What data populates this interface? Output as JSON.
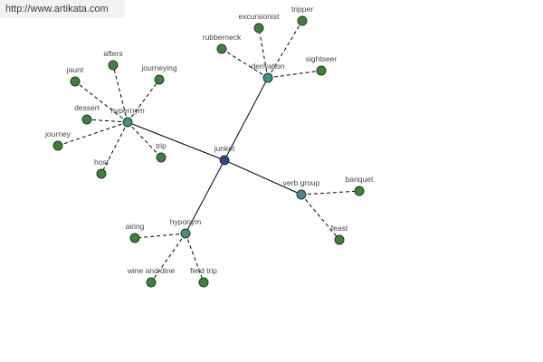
{
  "source_url": "http://www.artikata.com",
  "colors": {
    "center": "#334488",
    "relation": "#4a8a8a",
    "leaf": "#3f7f3f",
    "edge": "#000000",
    "label": "#444444"
  },
  "center": {
    "id": "junket",
    "label": "junket"
  },
  "relations": [
    {
      "id": "derivation",
      "label": "derivation",
      "leaves": [
        "excursionist",
        "tripper",
        "rubberneck",
        "sightseer"
      ]
    },
    {
      "id": "hypernym",
      "label": "hypernym",
      "leaves": [
        "afters",
        "jaunt",
        "journeying",
        "dessert",
        "journey",
        "host",
        "trip"
      ]
    },
    {
      "id": "verb-group",
      "label": "verb group",
      "leaves": [
        "banquet",
        "feast"
      ]
    },
    {
      "id": "hyponym",
      "label": "hyponym",
      "leaves": [
        "airing",
        "wine and dine",
        "field trip"
      ]
    }
  ]
}
